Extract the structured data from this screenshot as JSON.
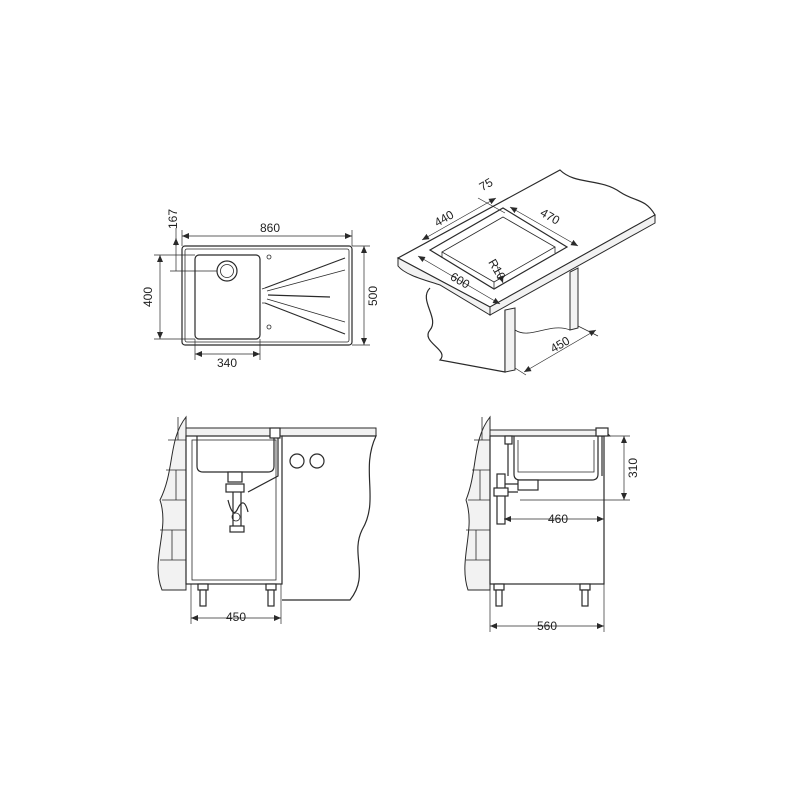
{
  "plan_view": {
    "overall_width": "860",
    "overall_depth": "500",
    "bowl_depth": "400",
    "bowl_width": "340",
    "offset": "167"
  },
  "iso_view": {
    "edge": "75",
    "bowl_length": "440",
    "bowl_width": "470",
    "radius": "R10",
    "cabinet_width": "600",
    "cabinet_depth": "450"
  },
  "front_view": {
    "cabinet_width": "450"
  },
  "side_view": {
    "height": "310",
    "drain_distance": "460",
    "cabinet_depth": "560"
  }
}
